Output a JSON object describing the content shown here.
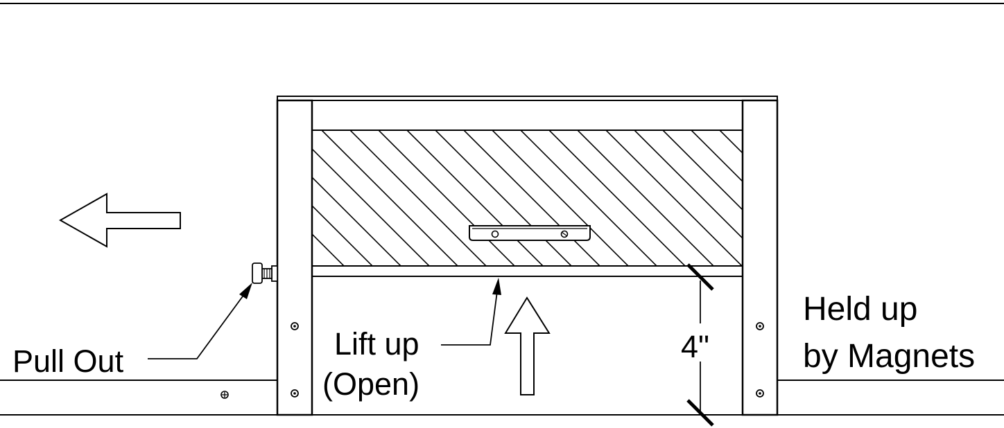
{
  "labels": {
    "pull_out": "Pull Out",
    "lift_up": "Lift up",
    "open": "(Open)",
    "dimension": "4\"",
    "held_up_1": "Held up",
    "held_up_2": "by Magnets"
  },
  "colors": {
    "line": "#000000",
    "background": "#ffffff"
  }
}
